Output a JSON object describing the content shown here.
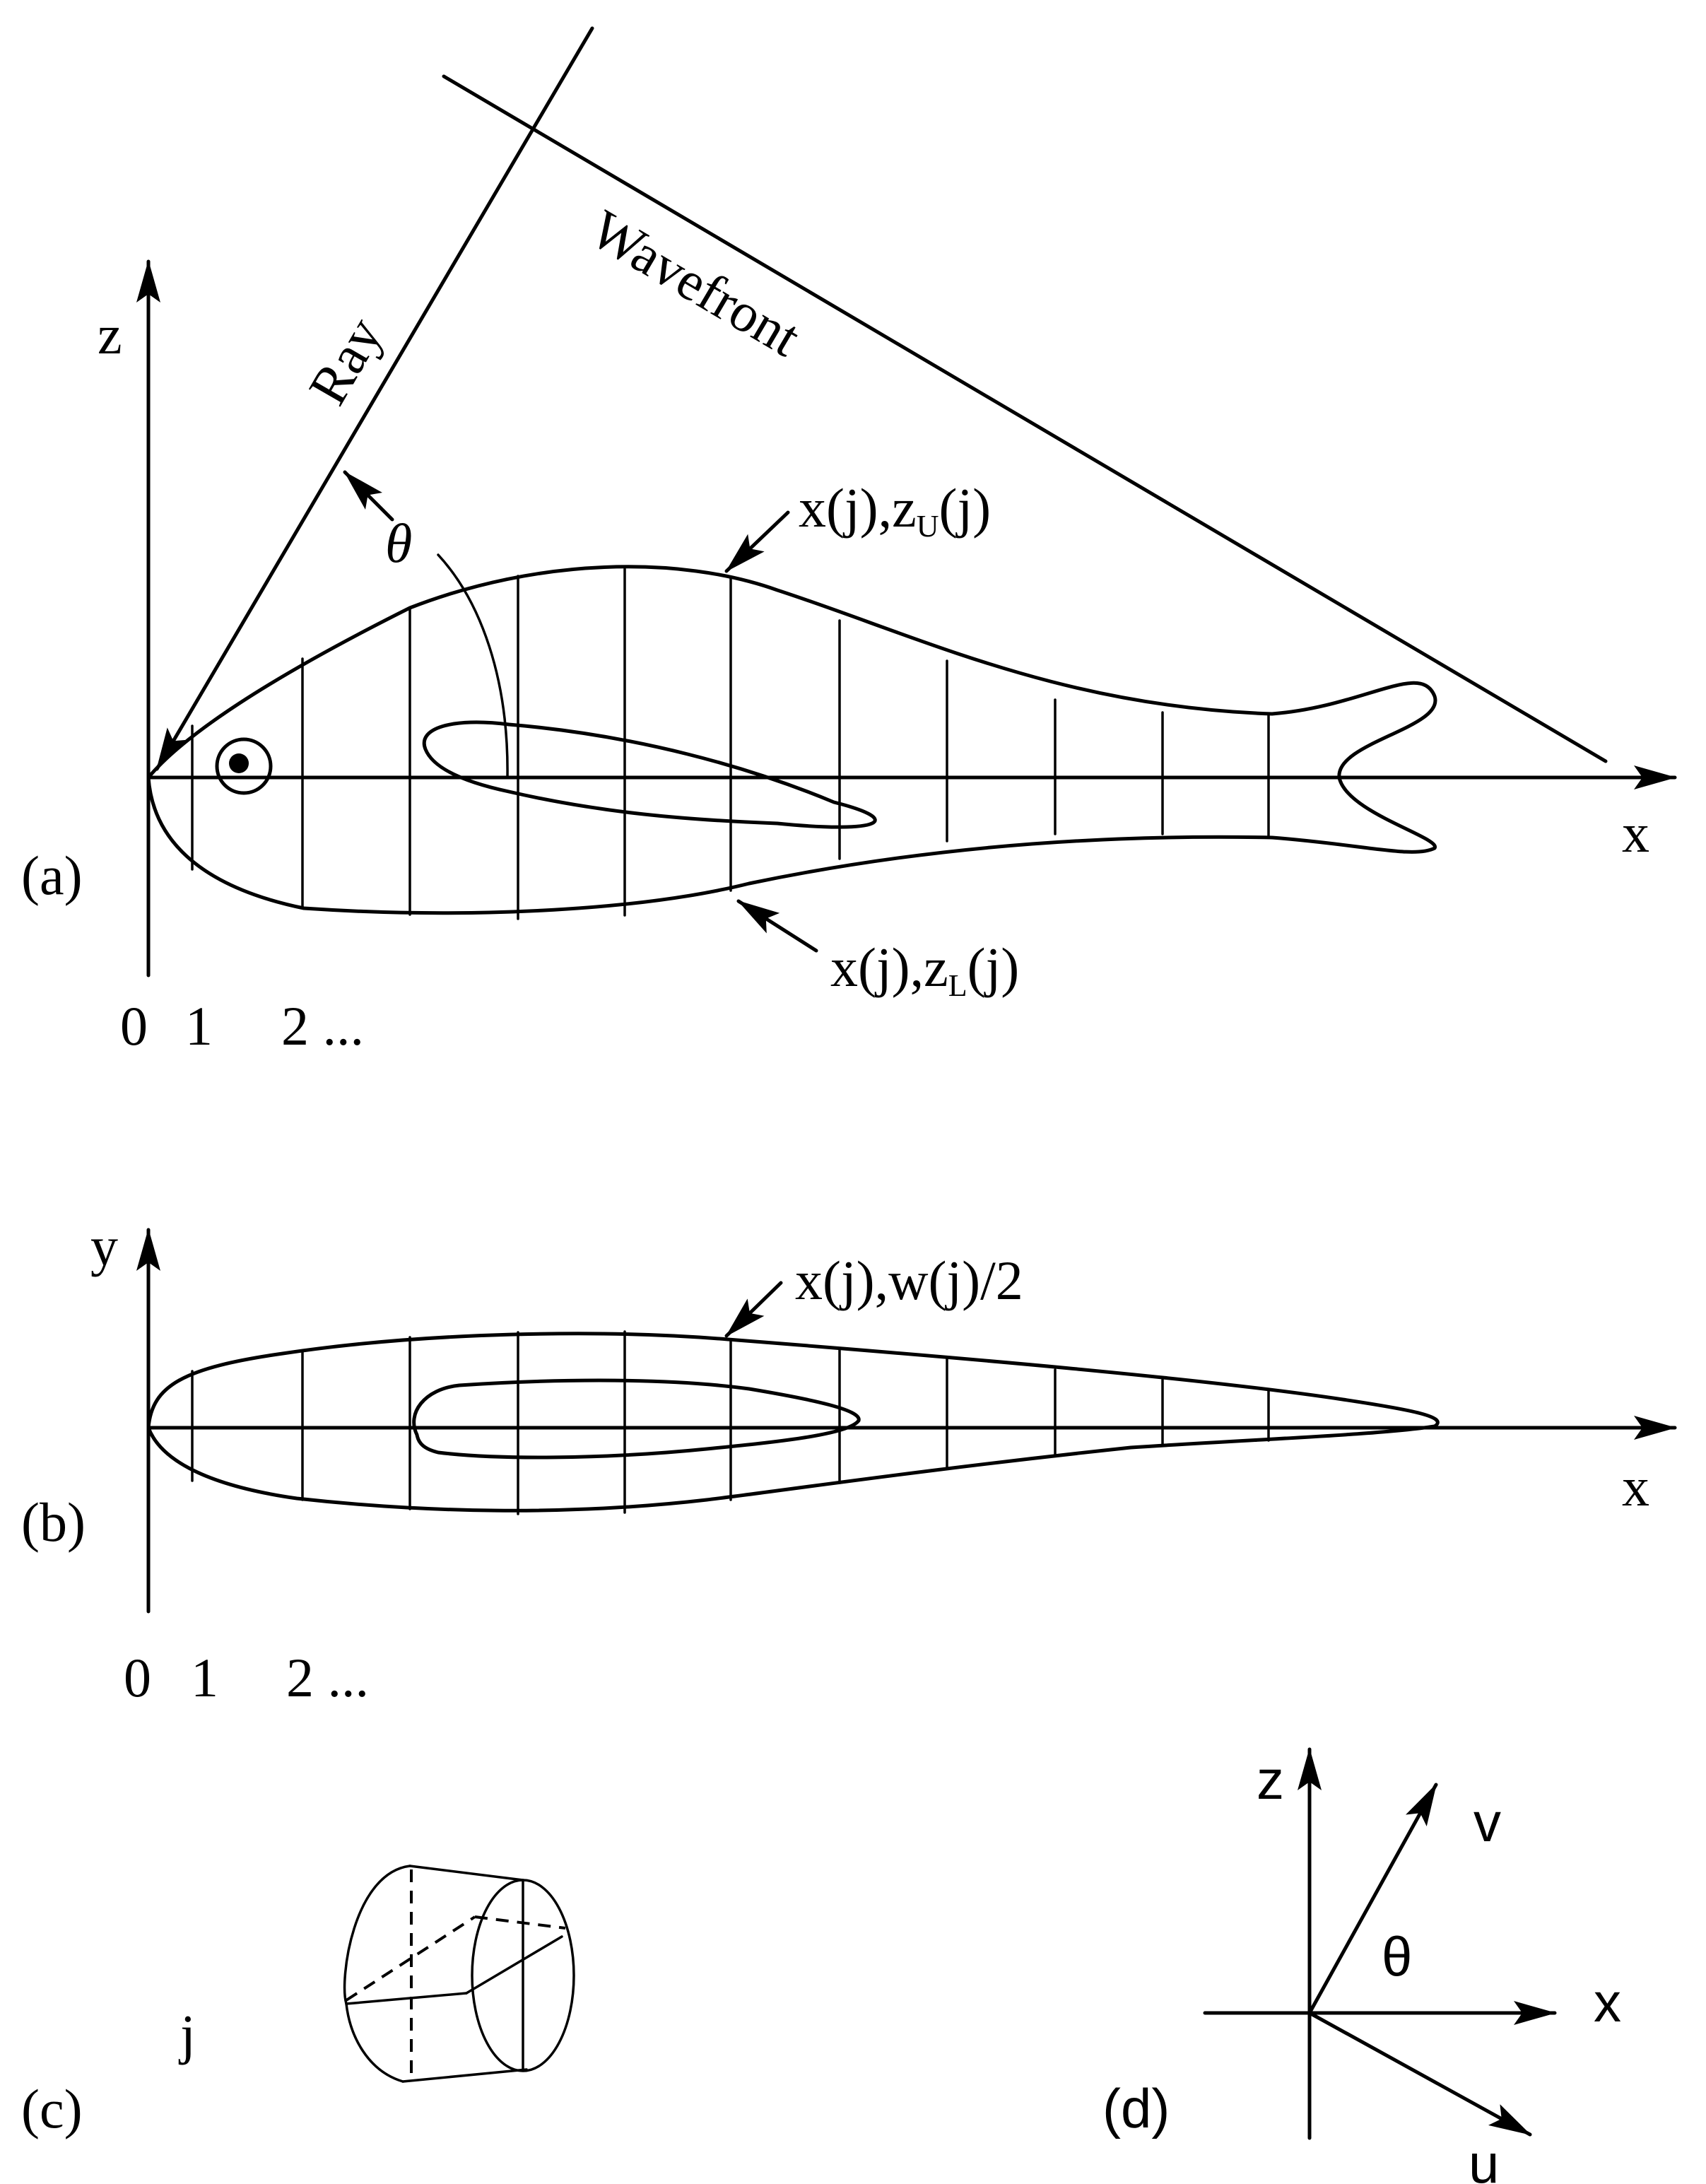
{
  "panel_a": {
    "label": "(a)",
    "axis_z": "z",
    "axis_x": "x",
    "ray": "Ray",
    "wavefront": "Wavefront",
    "theta": "θ",
    "upper_pre": "x(j),z",
    "upper_sub": "U",
    "upper_post": "(j)",
    "lower_pre": "x(j),z",
    "lower_sub": "L",
    "lower_post": "(j)",
    "index_0": "0",
    "index_1": "1",
    "index_2": "2 ..."
  },
  "panel_b": {
    "label": "(b)",
    "axis_y": "y",
    "axis_x": "x",
    "width_label": "x(j),w(j)/2",
    "index_0": "0",
    "index_1": "1",
    "index_2": "2 ..."
  },
  "panel_c": {
    "label": "(c)",
    "element": "j"
  },
  "panel_d": {
    "label": "(d)",
    "axis_z": "z",
    "axis_x": "x",
    "axis_v": "v",
    "axis_u": "u",
    "theta": "θ"
  }
}
